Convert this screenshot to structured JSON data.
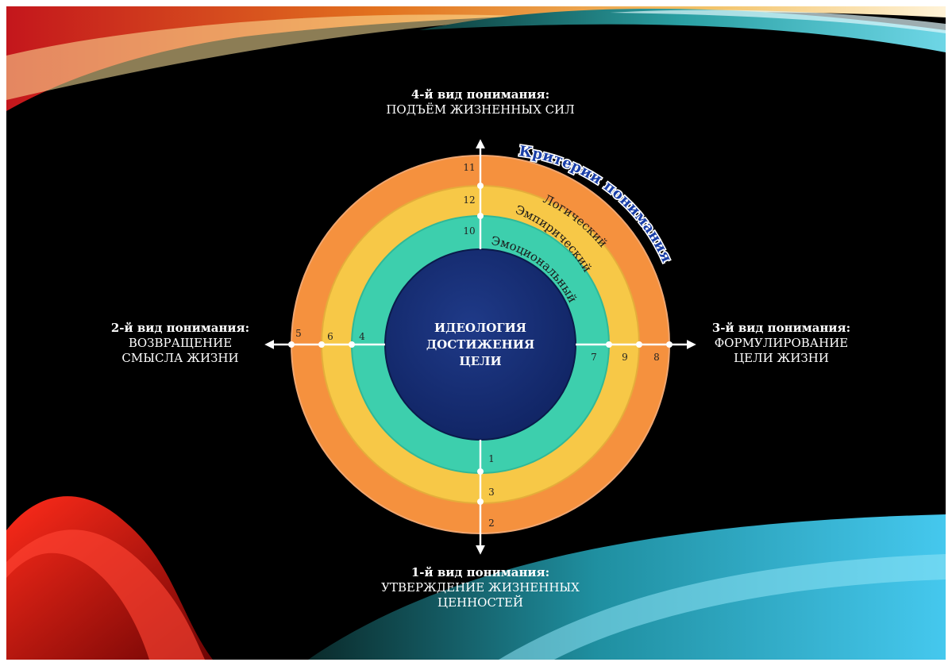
{
  "center": {
    "line1": "ИДЕОЛОГИЯ",
    "line2": "ДОСТИЖЕНИЯ",
    "line3": "ЦЕЛИ"
  },
  "types": {
    "top": {
      "title": "4-й вид понимания:",
      "line1": "ПОДЪЁМ ЖИЗНЕННЫХ СИЛ"
    },
    "left": {
      "title": "2-й вид понимания:",
      "line1": "ВОЗВРАЩЕНИЕ",
      "line2": "СМЫСЛА ЖИЗНИ"
    },
    "right": {
      "title": "3-й вид понимания:",
      "line1": "ФОРМУЛИРОВАНИЕ",
      "line2": "ЦЕЛИ ЖИЗНИ"
    },
    "bottom": {
      "title": "1-й вид понимания:",
      "line1": "УТВЕРЖДЕНИЕ ЖИЗНЕННЫХ",
      "line2": "ЦЕННОСТЕЙ"
    }
  },
  "rings": {
    "outer": {
      "label": "Логический",
      "color": "#f5913e"
    },
    "middle": {
      "label": "Эмпирический",
      "color": "#f7c847"
    },
    "inner": {
      "label": "Эмоциональный",
      "color": "#3dcfad"
    },
    "core_color": "#14286a"
  },
  "criteria_label": "Критерии понимания",
  "numbers": {
    "n1": "1",
    "n2": "2",
    "n3": "3",
    "n4": "4",
    "n5": "5",
    "n6": "6",
    "n7": "7",
    "n8": "8",
    "n9": "9",
    "n10": "10",
    "n11": "11",
    "n12": "12"
  }
}
